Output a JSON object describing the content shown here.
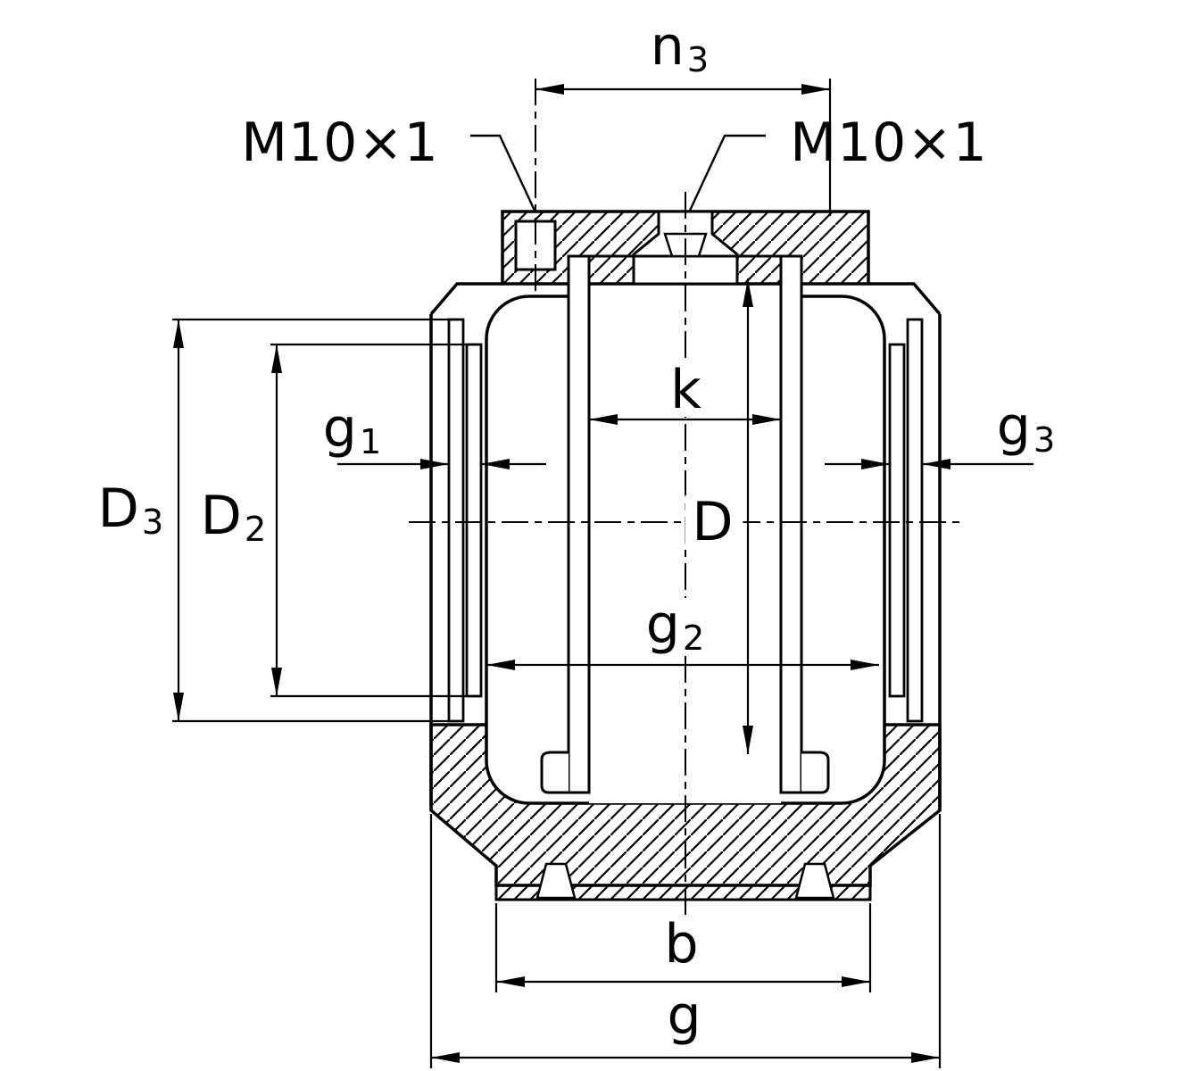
{
  "drawing": {
    "description": "Technical cross-section drawing of a bearing housing unit with dimension callouts",
    "colors": {
      "line": "#000000",
      "background": "#ffffff"
    },
    "labels": {
      "n3": {
        "base": "n",
        "sub": "3"
      },
      "m10_left": {
        "base": "M10×1",
        "sub": ""
      },
      "m10_right": {
        "base": "M10×1",
        "sub": ""
      },
      "k": {
        "base": "k",
        "sub": ""
      },
      "g1": {
        "base": "g",
        "sub": "1"
      },
      "g3": {
        "base": "g",
        "sub": "3"
      },
      "D3": {
        "base": "D",
        "sub": "3"
      },
      "D2": {
        "base": "D",
        "sub": "2"
      },
      "D": {
        "base": "D",
        "sub": ""
      },
      "g2": {
        "base": "g",
        "sub": "2"
      },
      "b": {
        "base": "b",
        "sub": ""
      },
      "g": {
        "base": "g",
        "sub": ""
      }
    }
  }
}
